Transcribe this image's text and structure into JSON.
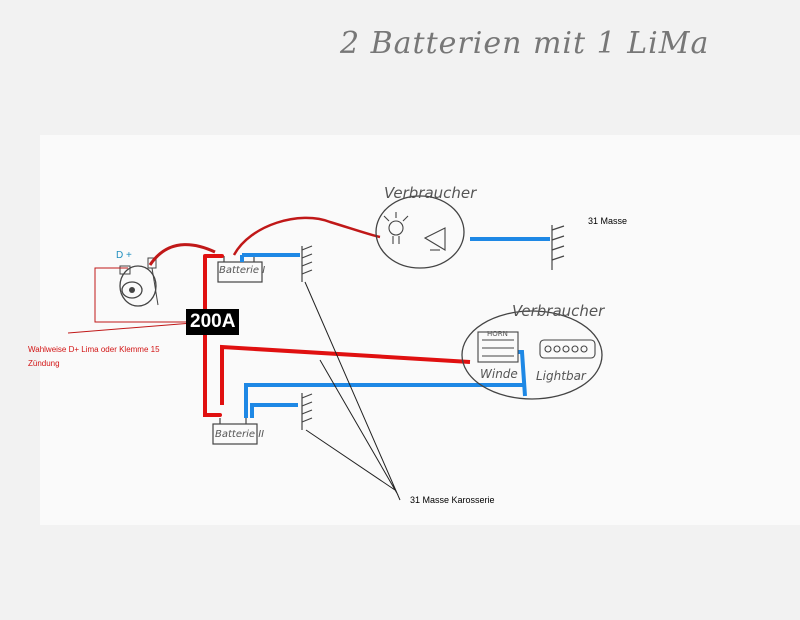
{
  "title": "2 Batterien mit 1 LiMa",
  "fuse_label": "200A",
  "ground_top_label": "31 Masse",
  "ground_body_label": "31 Masse Karosserie",
  "switch_label_line1": "Wahlweise D+ Lima oder Klemme 15",
  "switch_label_line2": "Zündung",
  "alternator_label": "D +",
  "battery1_label": "Batterie I",
  "battery2_label": "Batterie II",
  "consumer1_label": "Verbraucher",
  "consumer2_label": "Verbraucher",
  "winch_label": "Winde",
  "lightbar_label": "Lightbar",
  "horn_label": "HORN",
  "colors": {
    "positive": "#e01010",
    "ground": "#1e88e5",
    "pencil": "#444444"
  }
}
